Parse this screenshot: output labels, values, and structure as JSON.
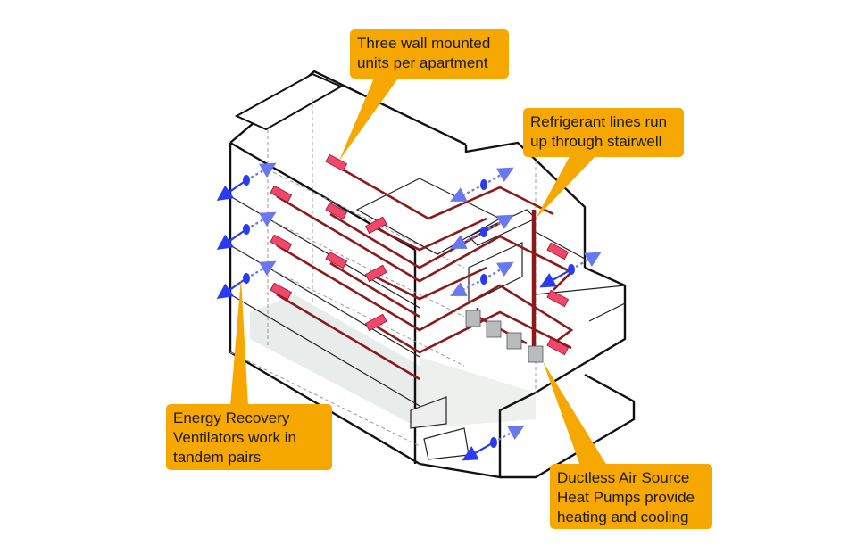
{
  "diagram": {
    "title": "Apartment building HVAC system isometric diagram",
    "colors": {
      "callout": "#f7a800",
      "refrigerant_line": "#8b1a1a",
      "wall_unit": "#f0486a",
      "airflow_arrow": "#2a3cf0",
      "heat_pump": "#b8bcbc",
      "outline": "#111111",
      "ground_fill": "#e8ecea"
    },
    "callouts": [
      {
        "id": "wall-units",
        "lines": [
          "Three wall mounted",
          "units per apartment"
        ]
      },
      {
        "id": "refrigerant",
        "lines": [
          "Refrigerant lines run",
          "up through stairwell"
        ]
      },
      {
        "id": "erv",
        "lines": [
          "Energy Recovery",
          "Ventilators work in",
          "tandem pairs"
        ]
      },
      {
        "id": "heat-pumps",
        "lines": [
          "Ductless Air Source",
          "Heat Pumps provide",
          "heating and cooling"
        ]
      }
    ],
    "components": {
      "wall_mounted_units_count": 12,
      "heat_pump_count": 4,
      "erv_pairs_count": 6,
      "floors": 3
    }
  }
}
